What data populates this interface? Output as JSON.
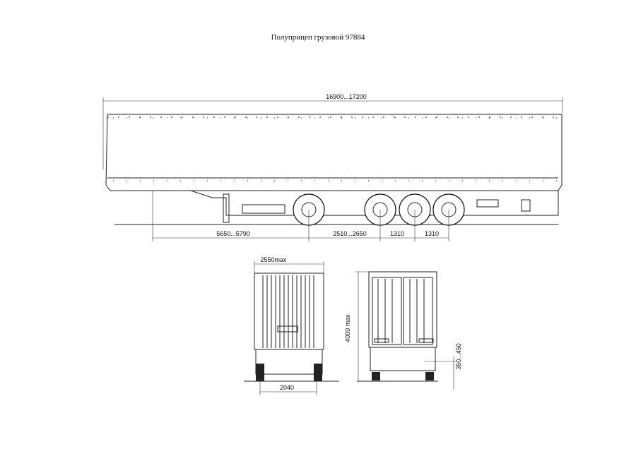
{
  "title": "Полуприцеп грузовой 97884",
  "side_view": {
    "overall_length": "16900...17200",
    "dim_kingpin_to_axle": "5650...5790",
    "dim_axle_1_2": "2510...2650",
    "dim_axle_2_3": "1310",
    "dim_axle_3_4": "1310"
  },
  "front_view": {
    "width": "2550max",
    "track": "2040"
  },
  "rear_view": {
    "height": "4000 max",
    "platform_height": "350...450"
  }
}
